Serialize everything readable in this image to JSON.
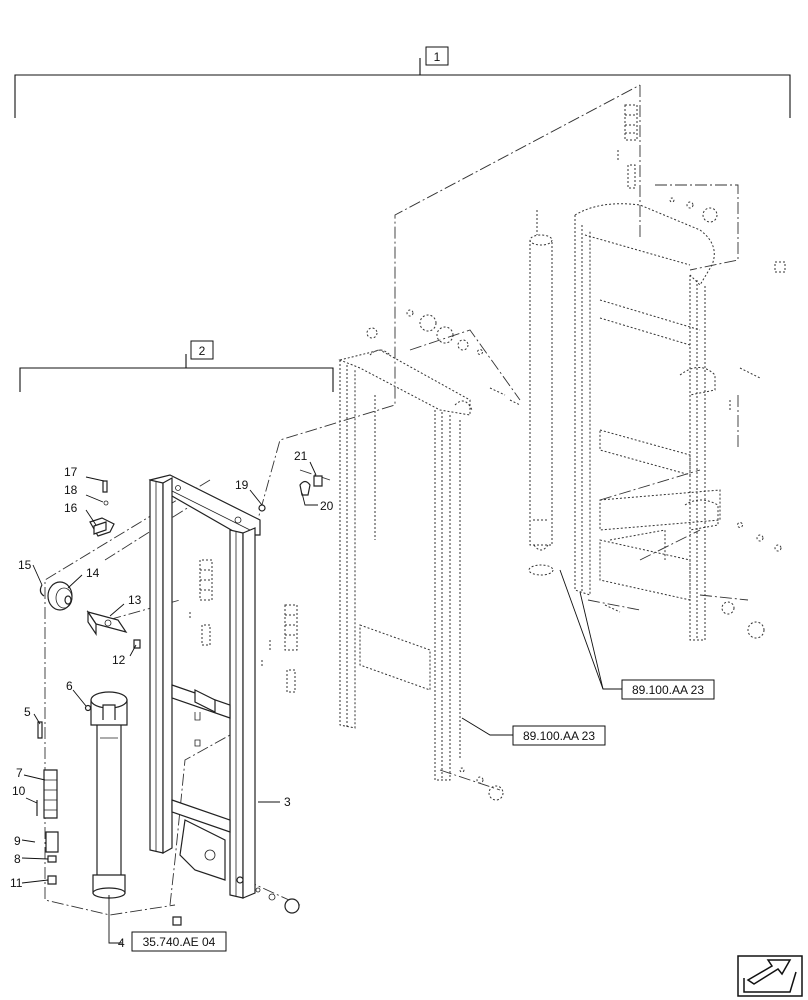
{
  "assembly_labels": {
    "group_1": "1",
    "group_2": "2"
  },
  "part_labels": {
    "p3": "3",
    "p4": "4",
    "p5": "5",
    "p6": "6",
    "p7": "7",
    "p8": "8",
    "p9": "9",
    "p10": "10",
    "p11": "11",
    "p12": "12",
    "p13": "13",
    "p14": "14",
    "p15": "15",
    "p16": "16",
    "p17": "17",
    "p18": "18",
    "p19": "19",
    "p20": "20",
    "p21": "21"
  },
  "references": {
    "cylinder_ref": "35.740.AE 04",
    "mid_mast_ref": "89.100.AA 23",
    "outer_mast_ref": "89.100.AA 23"
  },
  "icons": {
    "nav": "next-page-arrow-icon"
  }
}
